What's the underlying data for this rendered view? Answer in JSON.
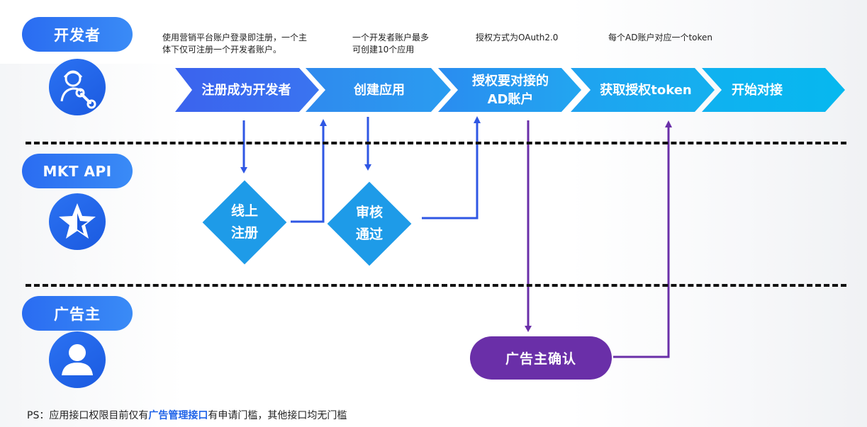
{
  "roles": {
    "developer": "开发者",
    "mkt_api": "MKT API",
    "advertiser": "广告主"
  },
  "icons": {
    "developer": "engineer-with-wrench-icon",
    "mkt_api": "star-icon",
    "advertiser": "user-icon"
  },
  "notes": {
    "note1_line1": "使用营销平台账户登录即注册，一个主",
    "note1_line2": "体下仅可注册一个开发者账户。",
    "note2_line1": "一个开发者账户最多",
    "note2_line2": "可创建10个应用",
    "note3": "授权方式为OAuth2.0",
    "note4": "每个AD账户对应一个token"
  },
  "steps": {
    "register": "注册成为开发者",
    "create_app": "创建应用",
    "authorize_line1": "授权要对接的",
    "authorize_line2": "AD账户",
    "get_token": "获取授权token",
    "start": "开始对接"
  },
  "api_steps": {
    "online_register_line1": "线上",
    "online_register_line2": "注册",
    "review_line1": "审核",
    "review_line2": "通过"
  },
  "advertiser_confirm": "广告主确认",
  "footer": {
    "prefix": "PS：应用接口权限目前仅有",
    "highlight": "广告管理接口",
    "suffix": "有申请门槛，其他接口均无门槛"
  },
  "colors": {
    "primary_blue": "#2a6cf1",
    "cyan": "#1e9be8",
    "purple": "#6a2fa8",
    "arrow_blue": "#2f57e4",
    "arrow_purple": "#6a2fa8"
  }
}
